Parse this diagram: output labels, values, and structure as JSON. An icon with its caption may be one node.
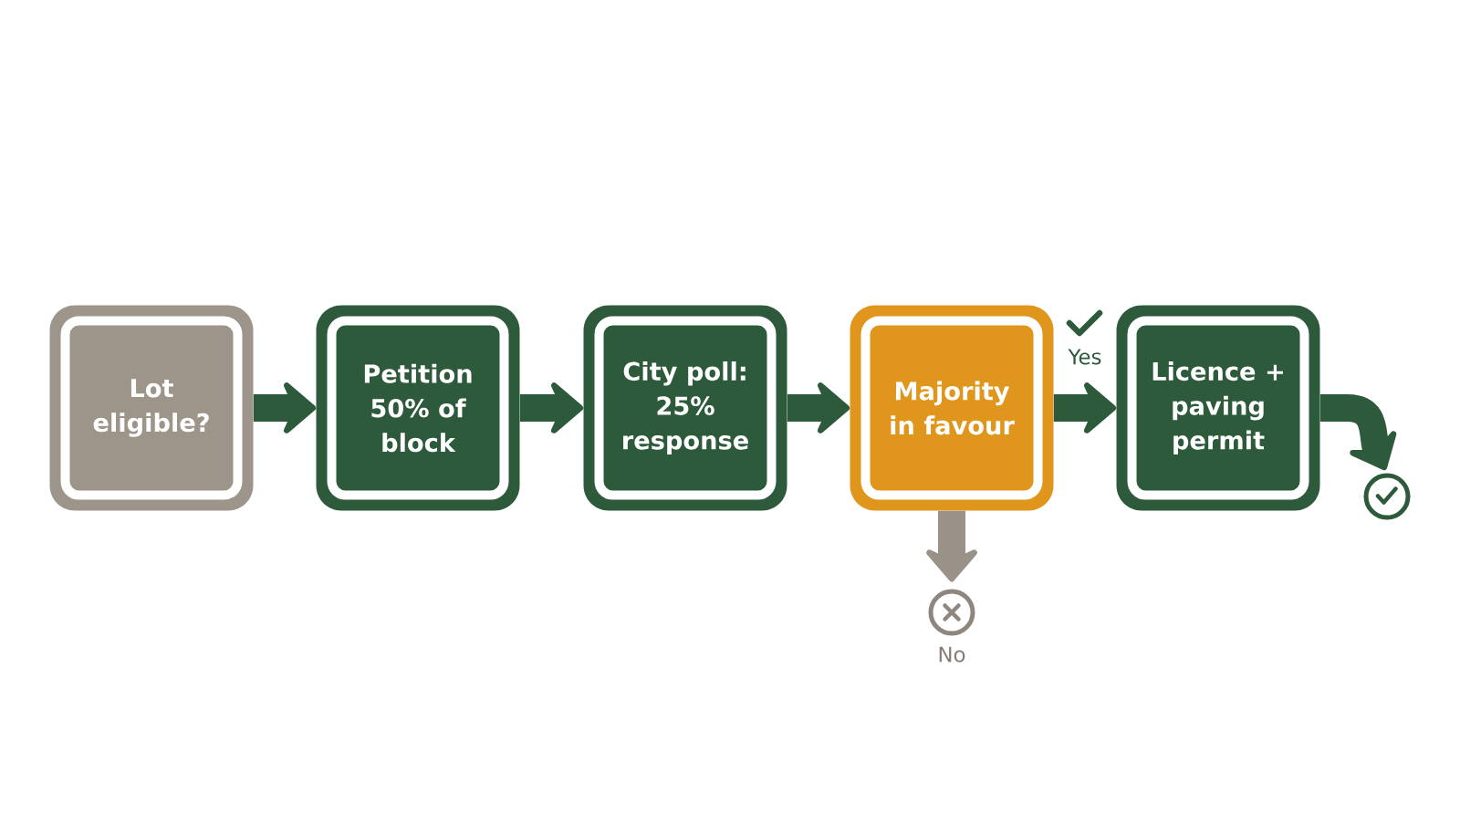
{
  "diagram": {
    "nodes": [
      {
        "text": [
          "Lot eligible?"
        ]
      },
      {
        "text": [
          "Petition 50% of block"
        ]
      },
      {
        "text": [
          "City poll: 25% response"
        ]
      },
      {
        "text": [
          "Majority in favour"
        ]
      },
      {
        "text": [
          "Licence + paving permit"
        ]
      },
      {
        "text": [],
        "shape": "circle"
      },
      {
        "text": [],
        "shape": "circle",
        "beside": [
          "No"
        ]
      }
    ],
    "edges": [
      {
        "from": 0,
        "to": 1,
        "arrow": "to"
      },
      {
        "from": 1,
        "to": 2,
        "arrow": "to"
      },
      {
        "from": 2,
        "to": 3,
        "arrow": "to"
      },
      {
        "from": 3,
        "to": 4,
        "arrow": "to",
        "label": "Yes"
      },
      {
        "from": 4,
        "to": 5,
        "arrow": "to"
      },
      {
        "from": 3,
        "to": 6,
        "arrow": "to",
        "color": "#9a9189"
      }
    ]
  }
}
